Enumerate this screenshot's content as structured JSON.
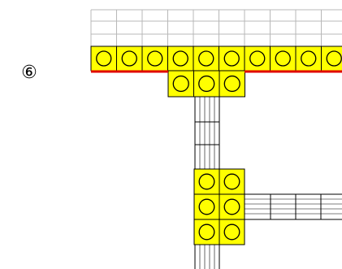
{
  "step": {
    "label": "⑥"
  },
  "colors": {
    "stud_fill": "#ffff00",
    "stud_outline": "#000000",
    "accent_line": "#e00000",
    "grid_line": "#b8b8b8",
    "track_line": "#000000",
    "background": "#ffffff"
  },
  "components": {
    "top_row_studs": 10,
    "under_block_studs": 3,
    "square_block_rows": 3,
    "square_block_cols": 2
  }
}
